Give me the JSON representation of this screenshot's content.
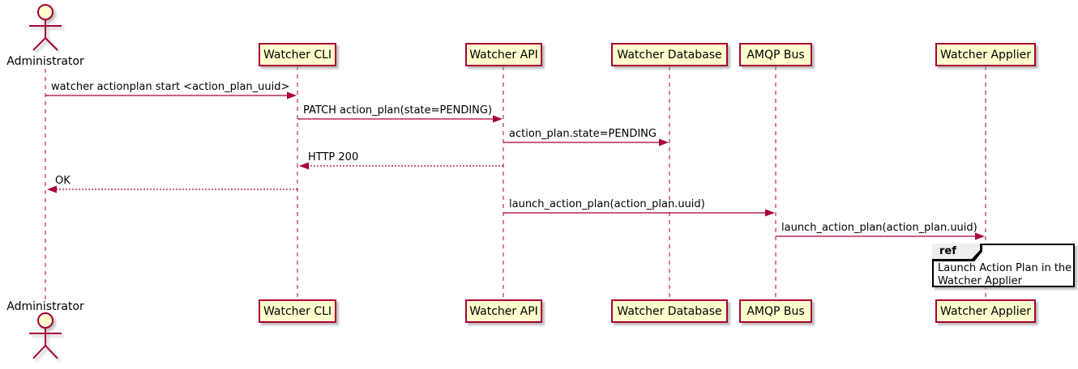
{
  "diagram": {
    "type": "sequence",
    "colors": {
      "participant_fill": "#FEFECE",
      "participant_border": "#A80036",
      "line": "#A80036",
      "text": "#000000",
      "ref_header_fill": "#EEEEEE",
      "ref_border": "#000000"
    },
    "actor": {
      "label": "Administrator"
    },
    "participants": [
      {
        "label": "Watcher CLI"
      },
      {
        "label": "Watcher API"
      },
      {
        "label": "Watcher Database"
      },
      {
        "label": "AMQP Bus"
      },
      {
        "label": "Watcher Applier"
      }
    ],
    "messages": [
      {
        "from": "Administrator",
        "to": "Watcher CLI",
        "style": "solid",
        "text": "watcher actionplan start <action_plan_uuid>"
      },
      {
        "from": "Watcher CLI",
        "to": "Watcher API",
        "style": "solid",
        "text": "PATCH action_plan(state=PENDING)"
      },
      {
        "from": "Watcher API",
        "to": "Watcher Database",
        "style": "solid",
        "text": "action_plan.state=PENDING"
      },
      {
        "from": "Watcher API",
        "to": "Watcher CLI",
        "style": "dashed",
        "text": "HTTP 200"
      },
      {
        "from": "Watcher CLI",
        "to": "Administrator",
        "style": "dashed",
        "text": "OK"
      },
      {
        "from": "Watcher API",
        "to": "AMQP Bus",
        "style": "solid",
        "text": "launch_action_plan(action_plan.uuid)"
      },
      {
        "from": "AMQP Bus",
        "to": "Watcher Applier",
        "style": "solid",
        "text": "launch_action_plan(action_plan.uuid)"
      }
    ],
    "ref": {
      "keyword": "ref",
      "lines": {
        "0": "Launch Action Plan in the",
        "1": "Watcher Applier"
      }
    }
  }
}
